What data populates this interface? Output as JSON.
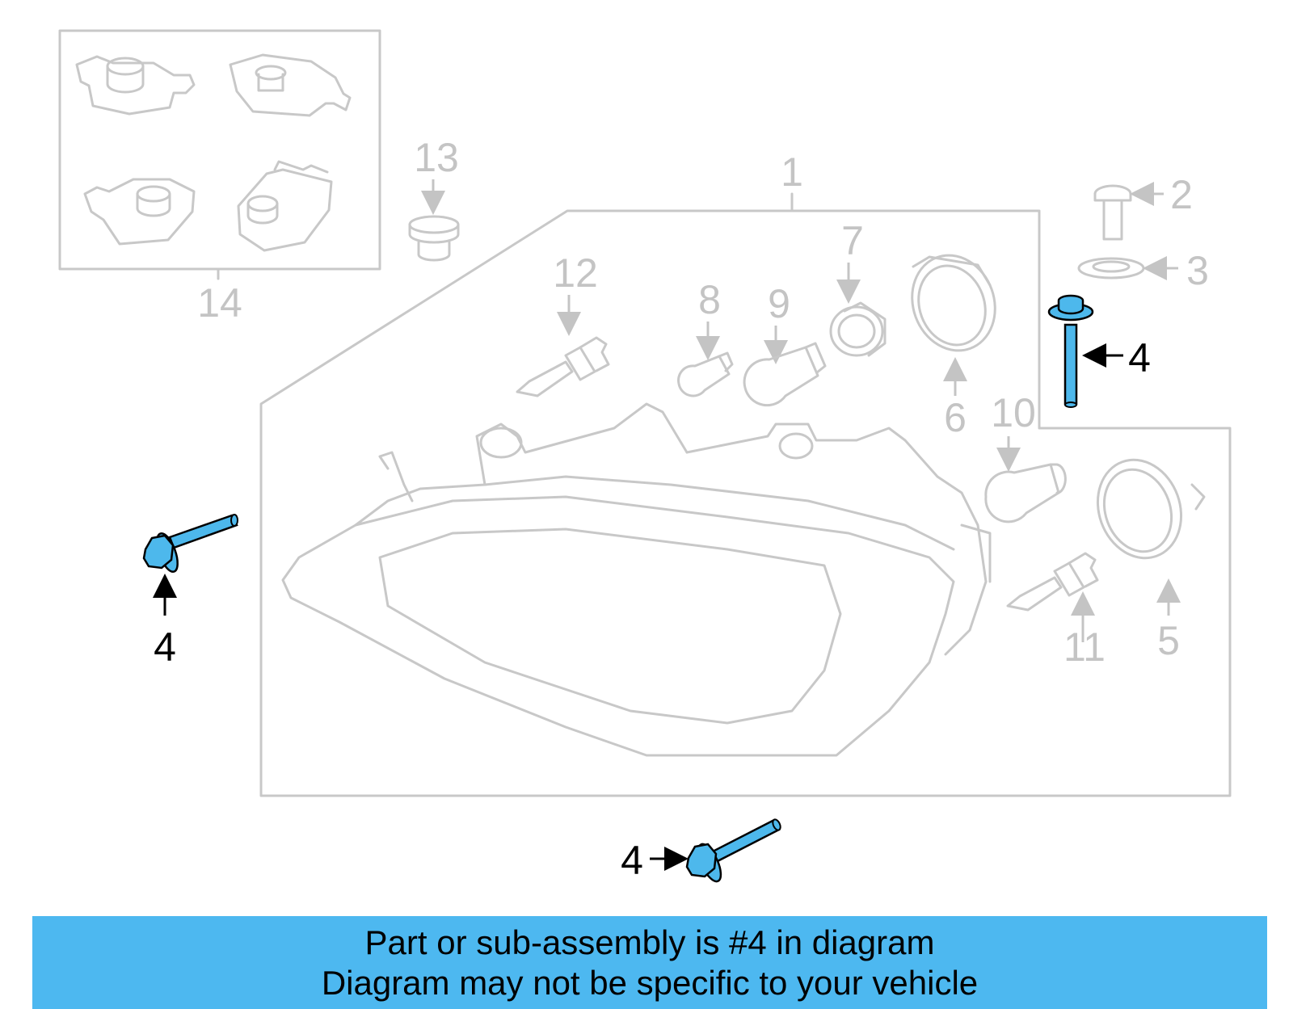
{
  "colors": {
    "highlight": "#4db8ec",
    "banner_bg": "#4db8f0",
    "part_outline": "#c8c8c8",
    "label_gray": "#c4c4c4"
  },
  "callouts": {
    "c1": "1",
    "c2": "2",
    "c3": "3",
    "c4": "4",
    "c5": "5",
    "c6": "6",
    "c7": "7",
    "c8": "8",
    "c9": "9",
    "c10": "10",
    "c11": "11",
    "c12": "12",
    "c13": "13",
    "c14": "14"
  },
  "banner": {
    "line1": "Part or sub-assembly is #4 in diagram",
    "line2": "Diagram may not be specific to your vehicle"
  }
}
